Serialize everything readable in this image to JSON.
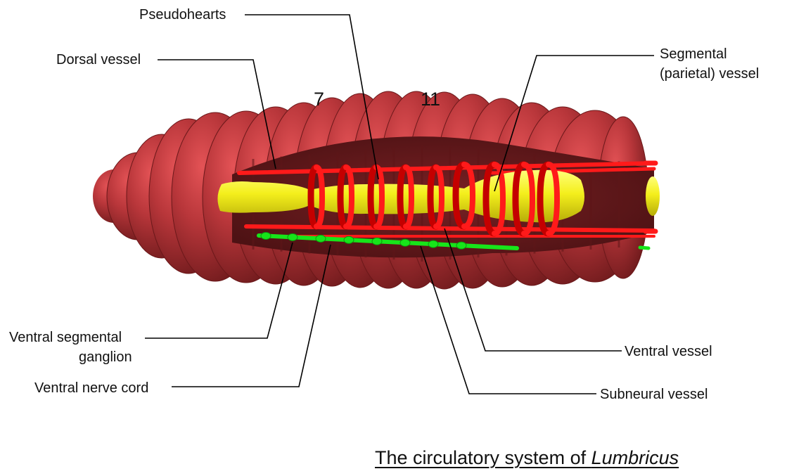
{
  "labels": {
    "pseudohearts": "Pseudohearts",
    "dorsal_vessel": "Dorsal vessel",
    "segmental_line1": "Segmental",
    "segmental_line2": "(parietal) vessel",
    "ventral_ganglion_line1": "Ventral segmental",
    "ventral_ganglion_line2": "ganglion",
    "ventral_nerve_cord": "Ventral nerve cord",
    "ventral_vessel": "Ventral vessel",
    "subneural_vessel": "Subneural vessel"
  },
  "segment_numbers": [
    "7",
    "11"
  ],
  "caption": {
    "prefix": "The circulatory system of ",
    "genus": "Lumbricus"
  },
  "colors": {
    "body": "#8f2a2d",
    "body_highlight": "#d8474a",
    "dorsal_vessel": "#f2ef1a",
    "blood_vessels": "#ff1414",
    "nerve_cord": "#17e51a"
  }
}
